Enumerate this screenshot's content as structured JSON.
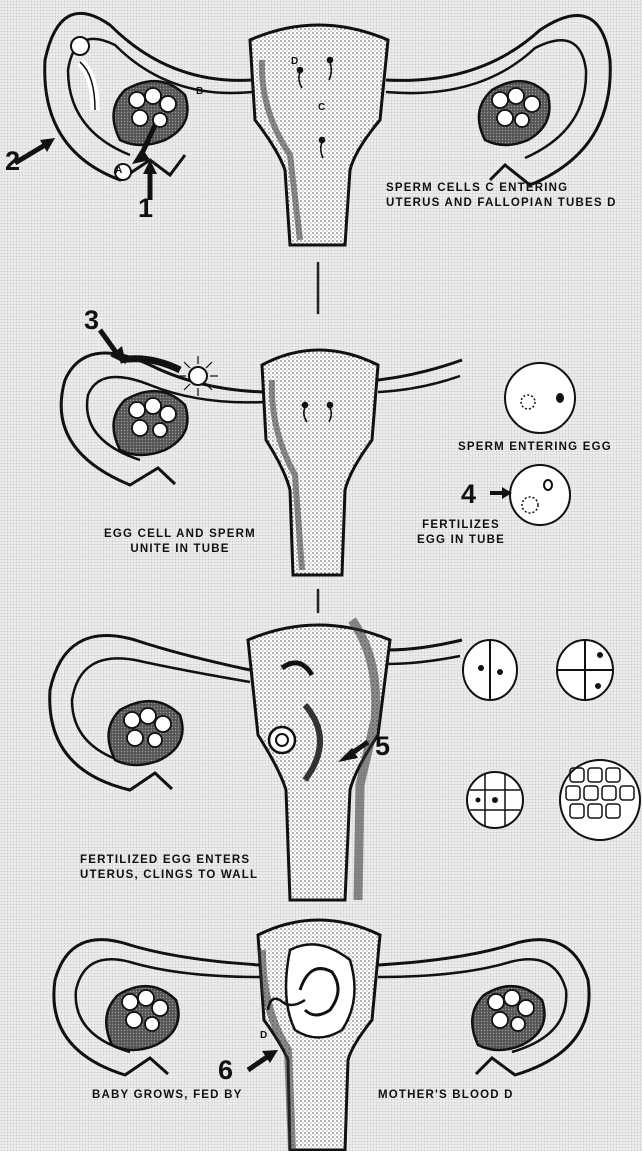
{
  "steps": {
    "1": "1",
    "2": "2",
    "3": "3",
    "4": "4",
    "5": "5",
    "6": "6"
  },
  "letters": {
    "a": "A",
    "b": "B",
    "c": "C",
    "d": "D"
  },
  "captions": {
    "panel1_line1": "SPERM CELLS  C  ENTERING",
    "panel1_line2": "UTERUS AND FALLOPIAN TUBES D",
    "sperm_entering_egg": "SPERM ENTERING EGG",
    "fertilizes_line1": "FERTILIZES",
    "fertilizes_line2": "EGG IN TUBE",
    "unite_line1": "EGG CELL AND SPERM",
    "unite_line2": "UNITE IN TUBE",
    "panel3_line1": "FERTILIZED EGG ENTERS",
    "panel3_line2": "UTERUS, CLINGS TO WALL",
    "baby_grows": "BABY GROWS, FED BY",
    "mothers_blood": "MOTHER'S BLOOD  D"
  }
}
